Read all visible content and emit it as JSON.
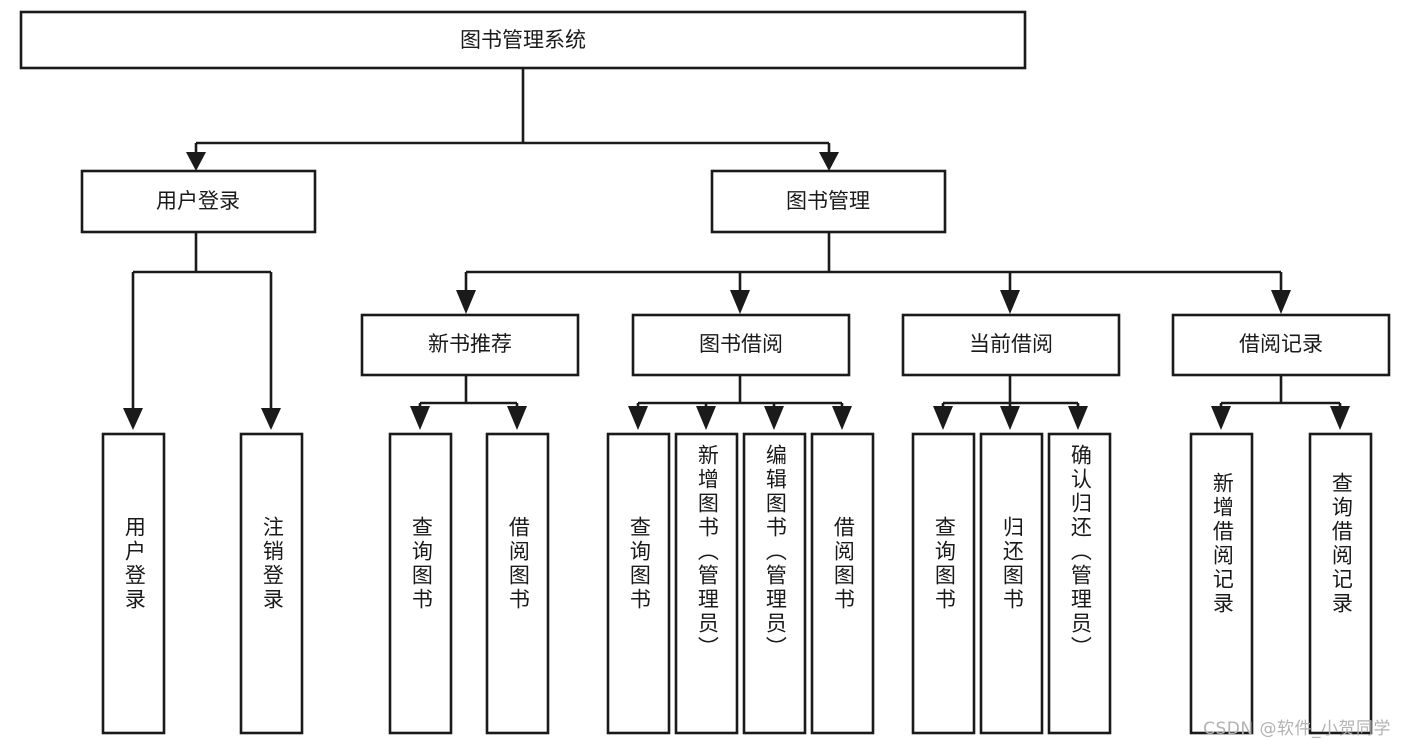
{
  "diagram": {
    "type": "tree-hierarchy-flowchart",
    "title": "图书管理系统",
    "watermark": "CSDN @软件_小贺同学",
    "colors": {
      "box_fill": "#ffffff",
      "box_stroke": "#1a1a1a",
      "text": "#1a1a1a",
      "watermark": "#b3b3b3",
      "background": "#ffffff"
    },
    "levels": {
      "level1": {
        "label": "图书管理系统",
        "orientation": "horizontal"
      },
      "level2": [
        {
          "id": "user-login",
          "label": "用户登录",
          "orientation": "horizontal"
        },
        {
          "id": "book-management",
          "label": "图书管理",
          "orientation": "horizontal"
        }
      ],
      "level3": [
        {
          "id": "new-book-recommend",
          "label": "新书推荐",
          "orientation": "horizontal",
          "parent": "book-management"
        },
        {
          "id": "book-borrow",
          "label": "图书借阅",
          "orientation": "horizontal",
          "parent": "book-management"
        },
        {
          "id": "current-borrow",
          "label": "当前借阅",
          "orientation": "horizontal",
          "parent": "book-management"
        },
        {
          "id": "borrow-record",
          "label": "借阅记录",
          "orientation": "horizontal",
          "parent": "book-management"
        }
      ],
      "leaves": [
        {
          "id": "leaf-user-login",
          "parent": "user-login",
          "label": "用户登录",
          "orientation": "vertical"
        },
        {
          "id": "leaf-user-logout",
          "parent": "user-login",
          "label": "注销登录",
          "orientation": "vertical"
        },
        {
          "id": "leaf-query-book-1",
          "parent": "new-book-recommend",
          "label": "查询图书",
          "orientation": "vertical"
        },
        {
          "id": "leaf-borrow-book-1",
          "parent": "new-book-recommend",
          "label": "借阅图书",
          "orientation": "vertical"
        },
        {
          "id": "leaf-query-book-2",
          "parent": "book-borrow",
          "label": "查询图书",
          "orientation": "vertical"
        },
        {
          "id": "leaf-add-book",
          "parent": "book-borrow",
          "label": "新增图书（管理员）",
          "orientation": "vertical"
        },
        {
          "id": "leaf-edit-book",
          "parent": "book-borrow",
          "label": "编辑图书（管理员）",
          "orientation": "vertical"
        },
        {
          "id": "leaf-borrow-book-2",
          "parent": "book-borrow",
          "label": "借阅图书",
          "orientation": "vertical"
        },
        {
          "id": "leaf-query-book-3",
          "parent": "current-borrow",
          "label": "查询图书",
          "orientation": "vertical"
        },
        {
          "id": "leaf-return-book",
          "parent": "current-borrow",
          "label": "归还图书",
          "orientation": "vertical"
        },
        {
          "id": "leaf-confirm-return",
          "parent": "current-borrow",
          "label": "确认归还（管理员）",
          "orientation": "vertical"
        },
        {
          "id": "leaf-add-record",
          "parent": "borrow-record",
          "label": "新增借阅记录",
          "orientation": "vertical"
        },
        {
          "id": "leaf-query-record",
          "parent": "borrow-record",
          "label": "查询借阅记录",
          "orientation": "vertical"
        }
      ]
    }
  }
}
